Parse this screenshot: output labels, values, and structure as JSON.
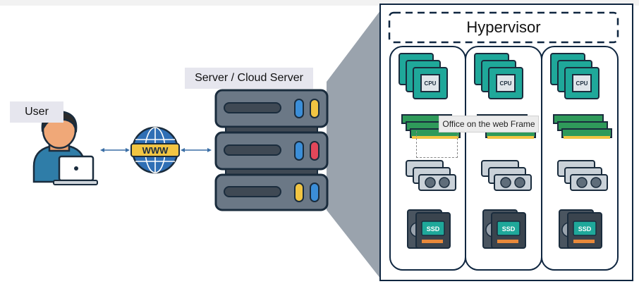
{
  "labels": {
    "user": "User",
    "server": "Server / Cloud Server",
    "hypervisor": "Hypervisor",
    "tooltip": "Office on the web Frame",
    "www": "WWW"
  },
  "vm_columns": [
    {
      "cpu": "CPU",
      "ssd": "SSD"
    },
    {
      "cpu": "CPU",
      "ssd": "SSD"
    },
    {
      "cpu": "CPU",
      "ssd": "SSD"
    }
  ],
  "colors": {
    "outline": "#0f2640",
    "server_body": "#6b7886",
    "server_bar": "#3f4954",
    "led_blue": "#3b8ed8",
    "led_yellow": "#f2c542",
    "led_red": "#e2475a",
    "globe": "#2f6fb5",
    "globe_band": "#f2c542",
    "chip_green": "#1fa89a",
    "projection": "#9aa3ad"
  },
  "icons": [
    "user-icon",
    "globe-www-icon",
    "server-rack-icon",
    "cpu-icon",
    "ram-icon",
    "gpu-icon",
    "ssd-icon"
  ]
}
